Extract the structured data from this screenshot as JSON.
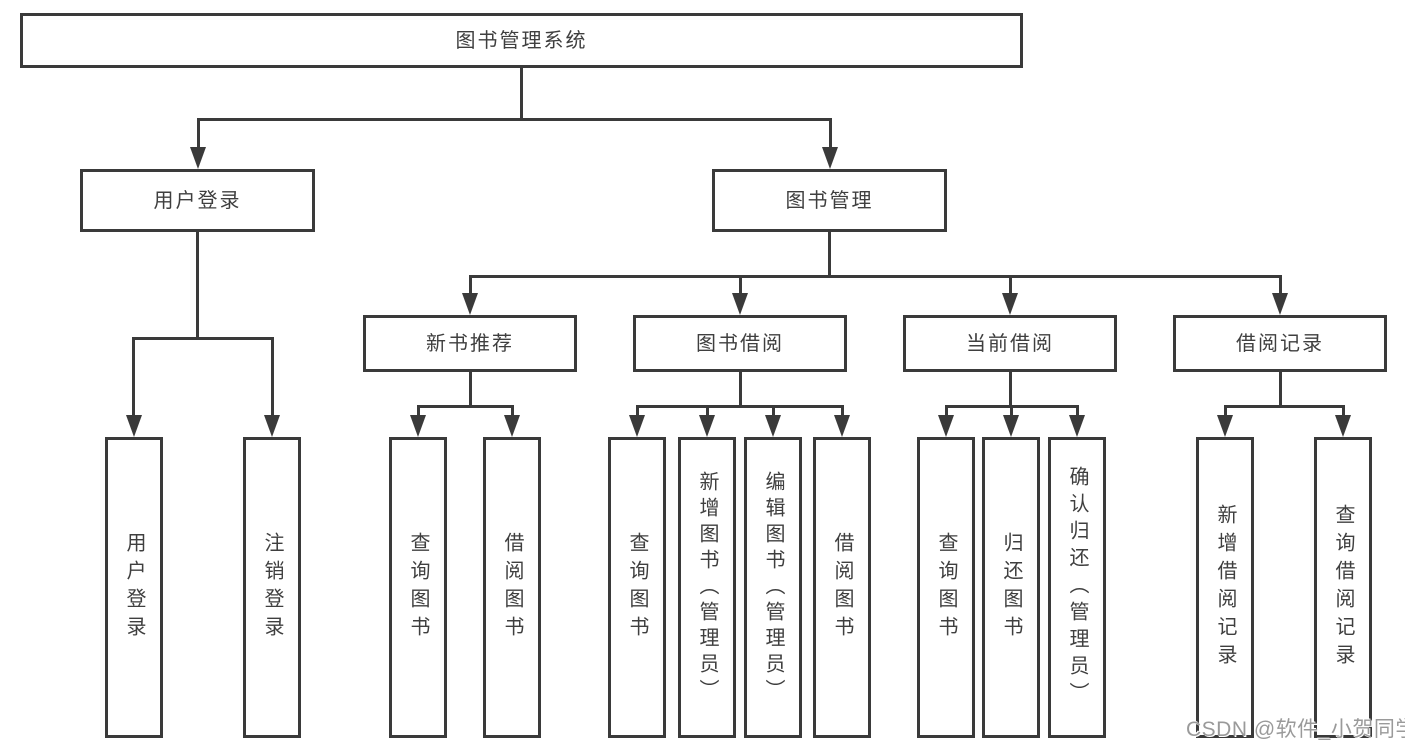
{
  "diagram": {
    "type": "hierarchy-tree",
    "colors": {
      "line": "#3a3a3a",
      "text": "#3f3f3f",
      "box_background": "#ffffff",
      "page_background": "#ffffff",
      "watermark": "#9a9a9a"
    }
  },
  "tree": {
    "label": "图书管理系统",
    "children": [
      {
        "label": "用户登录",
        "children": [
          {
            "label": "用户登录"
          },
          {
            "label": "注销登录"
          }
        ]
      },
      {
        "label": "图书管理",
        "children": [
          {
            "label": "新书推荐",
            "children": [
              {
                "label": "查询图书"
              },
              {
                "label": "借阅图书"
              }
            ]
          },
          {
            "label": "图书借阅",
            "children": [
              {
                "label": "查询图书"
              },
              {
                "label": "新增图书（管理员）"
              },
              {
                "label": "编辑图书（管理员）"
              },
              {
                "label": "借阅图书"
              }
            ]
          },
          {
            "label": "当前借阅",
            "children": [
              {
                "label": "查询图书"
              },
              {
                "label": "归还图书"
              },
              {
                "label": "确认归还（管理员）"
              }
            ]
          },
          {
            "label": "借阅记录",
            "children": [
              {
                "label": "新增借阅记录"
              },
              {
                "label": "查询借阅记录"
              }
            ]
          }
        ]
      }
    ]
  },
  "watermark": {
    "text": "CSDN @软件_小贺同学"
  }
}
